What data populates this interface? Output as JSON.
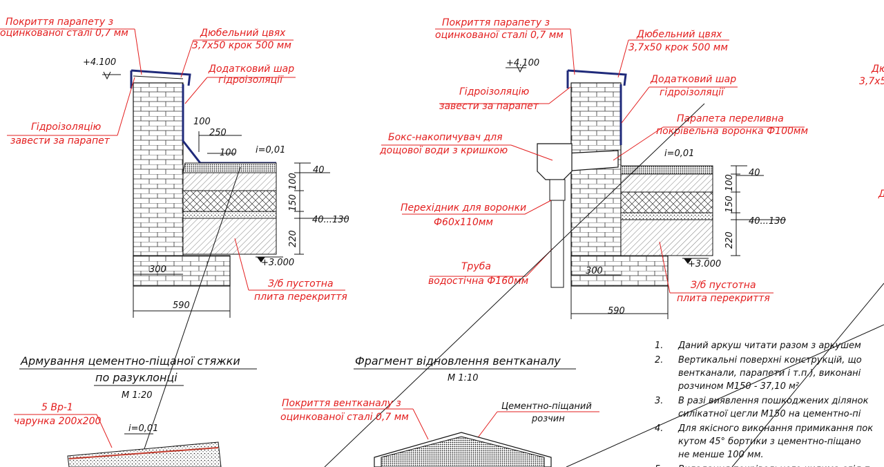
{
  "colors": {
    "annotation": "#e31d1d",
    "line": "#111111",
    "waterproofing": "#1f2a7a"
  },
  "detail_left": {
    "parapet_cover": [
      "Покриття парапету з",
      "оцинкованої сталі 0,7 мм"
    ],
    "dowel": [
      "Дюбельний цвях",
      "3,7х50 крок 500 мм"
    ],
    "extra_layer": [
      "Додатковий шар",
      "гідроізоляції"
    ],
    "waterproof_note": [
      "Гідроізоляцію",
      "завести за парапет"
    ],
    "slab": [
      "З/б пустотна",
      "плита перекриття"
    ],
    "level_top": "+4.100",
    "level_bottom": "+3.000",
    "slope": "i=0,01",
    "dim_100": "100",
    "dim_250": "250",
    "dim_100b": "100",
    "dim_40": "40",
    "dim_100v": "100",
    "dim_150": "150",
    "dim_40_130": "40...130",
    "dim_220": "220",
    "dim_300": "300",
    "dim_590": "590"
  },
  "detail_right": {
    "parapet_cover": [
      "Покриття парапету з",
      "оцинкованої сталі 0,7 мм"
    ],
    "dowel": [
      "Дюбельний цвях",
      "3,7х50 крок 500 мм"
    ],
    "extra_layer": [
      "Додатковий шар",
      "гідроізоляції"
    ],
    "waterproof_note": [
      "Гідроізоляцію",
      "завести за парапет"
    ],
    "funnel": [
      "Парапета переливна",
      "покрівельна воронка Ф100мм"
    ],
    "box": [
      "Бокс-накопичувач для",
      "дощової води з кришкою"
    ],
    "adapter": [
      "Перехідник для воронки",
      "Ф60х110мм"
    ],
    "pipe": [
      "Труба",
      "водостічна Ф160мм"
    ],
    "slab": [
      "З/б пустотна",
      "плита перекриття"
    ],
    "level_top": "+4.100",
    "level_bottom": "+3.000",
    "slope": "i=0,01",
    "dim_40": "40",
    "dim_100v": "100",
    "dim_150": "150",
    "dim_40_130": "40...130",
    "dim_220": "220",
    "dim_300": "300",
    "dim_590": "590"
  },
  "right_edge_partial": {
    "top": [
      "Дю",
      "3,7х5"
    ],
    "mid": "Д"
  },
  "section_rebar": {
    "title": "Армування цементно-піщаної стяжки",
    "title2": "по разуклонці",
    "scale": "М 1:20",
    "rebar": "5 Вр-1",
    "mesh": "чарунка 200х200",
    "slope": "i=0,01"
  },
  "section_vent": {
    "title": "Фрагмент відновлення вентканалу",
    "scale": "М 1:10",
    "cover": [
      "Покриття вентканалу з",
      "оцинкованої сталі 0,7 мм"
    ],
    "mortar": [
      "Цементно-піщаний",
      "розчин"
    ]
  },
  "notes": [
    {
      "n": "1.",
      "lines": [
        "Даний аркуш читати разом з аркушем"
      ]
    },
    {
      "n": "2.",
      "lines": [
        "Вертикальні поверхні конструкцій, що",
        "вентканали, парапети і т.п.), виконані",
        "розчином М150 - 37,10 м²"
      ]
    },
    {
      "n": "3.",
      "lines": [
        "В разі виявлення пошкоджених ділянок",
        "силікатної цегли М150 на цементно-пі"
      ]
    },
    {
      "n": "4.",
      "lines": [
        "Для якісного виконання примикання пок",
        "кутом 45° бортики з цементно-піщано",
        "не менше 100 мм."
      ]
    },
    {
      "n": "5.",
      "lines": [
        "Вкладання покрівельного килима слід п"
      ]
    }
  ]
}
